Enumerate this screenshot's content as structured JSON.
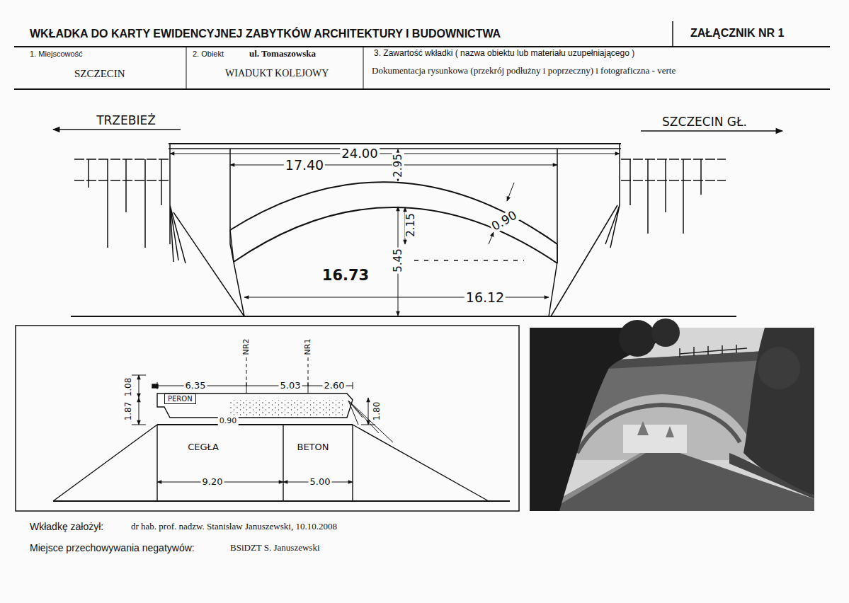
{
  "diagram": {
    "title": "WKŁADKA DO KARTY EWIDENCYJNEJ ZABYTKÓW ARCHITEKTURY I BUDOWNICTWA",
    "nodes": [
      {
        "text": [
          "PERON"
        ]
      }
    ],
    "edges": [],
    "labels": [
      "ZAŁĄCZNIK NR 1",
      "1. Miejscowość",
      "SZCZECIN",
      "2. Obiekt",
      "ul. Tomaszowska",
      "WIADUKT KOLEJOWY",
      "3. Zawartość wkładki ( nazwa obiektu lub materiału uzupełniającego )",
      "Dokumentacja rysunkowa (przekrój podłużny i poprzeczny) i fotograficzna - verte",
      "TRZEBIEŻ",
      "SZCZECIN GŁ.",
      "24.00",
      "17.40",
      "2.95",
      "0.90",
      "2.15",
      "5.45",
      "16.73",
      "16.12",
      "6.35",
      "5.03",
      "2.60",
      "NR2",
      "NR1",
      "1.08",
      "1.87",
      "1.80",
      "0.90",
      "CEGŁA",
      "BETON",
      "9.20",
      "5.00",
      "Wkładkę założył:",
      "dr hab. prof. nadzw. Stanisław Januszewski, 10.10.2008",
      "Miejsce przechowywania negatywów:",
      "BSiDZT S. Januszewski"
    ]
  }
}
